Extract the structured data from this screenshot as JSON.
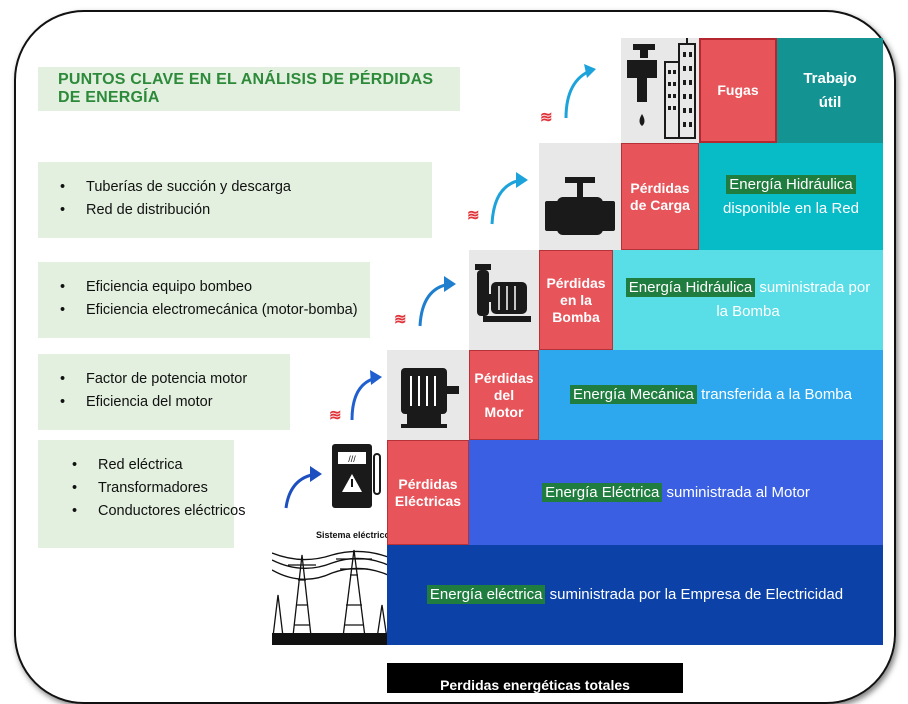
{
  "title": "PUNTOS CLAVE EN EL ANÁLISIS DE PÉRDIDAS DE ENERGÍA",
  "groups": [
    {
      "items": [
        "Tuberías de succión y descarga",
        "Red de distribución"
      ]
    },
    {
      "items": [
        "Eficiencia equipo bombeo",
        "Eficiencia electromecánica (motor-bomba)"
      ]
    },
    {
      "items": [
        "Factor de potencia motor",
        "Eficiencia del motor"
      ]
    },
    {
      "items": [
        "Red eléctrica",
        "Transformadores",
        "Conductores eléctricos"
      ]
    }
  ],
  "losses": {
    "fugas": "Fugas",
    "carga": "Pérdidas de Carga",
    "bomba": "Pérdidas en la Bomba",
    "motor": "Pérdidas del Motor",
    "electricas": "Pérdidas Eléctricas"
  },
  "trabajo_util": "Trabajo útil",
  "energies": {
    "hidraulica_red": {
      "hl": "Energía Hidráulica",
      "rest": "disponible en la Red"
    },
    "hidraulica_bomba": {
      "hl": "Energía Hidráulica",
      "rest": "suministrada por la Bomba"
    },
    "mecanica": {
      "hl": "Energía Mecánica",
      "rest": "transferida a la Bomba"
    },
    "electrica_motor": {
      "hl": "Energía Eléctrica",
      "rest": "suministrada al Motor"
    },
    "electrica_empresa": {
      "hl": "Energía eléctrica",
      "rest": "suministrada por la Empresa de Electricidad"
    }
  },
  "sistema_electrico": "Sistema eléctrico",
  "bottom_label": "Perdidas energéticas totales",
  "heat_glyph": "≋",
  "icons": [
    "tap-icon",
    "building-icon",
    "valve-icon",
    "pump-icon",
    "motor-icon",
    "electric-meter-icon",
    "power-lines-icon",
    "heat-icon",
    "arrow-icon"
  ],
  "colors": {
    "title_green": "#2d8a3a",
    "bullet_bg": "#e3f0df",
    "loss_red": "#e7545a",
    "highlight_green": "#1f7d3f",
    "level1": "#0c42a8",
    "level2": "#3a5fe3",
    "level3": "#2da8ef",
    "level4": "#59dde6",
    "level5": "#07bcc7",
    "trabajo": "#139493"
  }
}
